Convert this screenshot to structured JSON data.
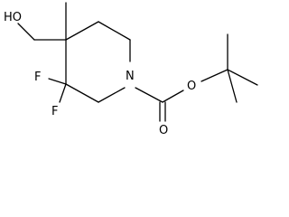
{
  "molecule": {
    "atoms": {
      "ho": "HO",
      "f_top": "F",
      "f_bottom": "F",
      "n": "N",
      "o_carbonyl": "O",
      "o_ester": "O"
    }
  }
}
